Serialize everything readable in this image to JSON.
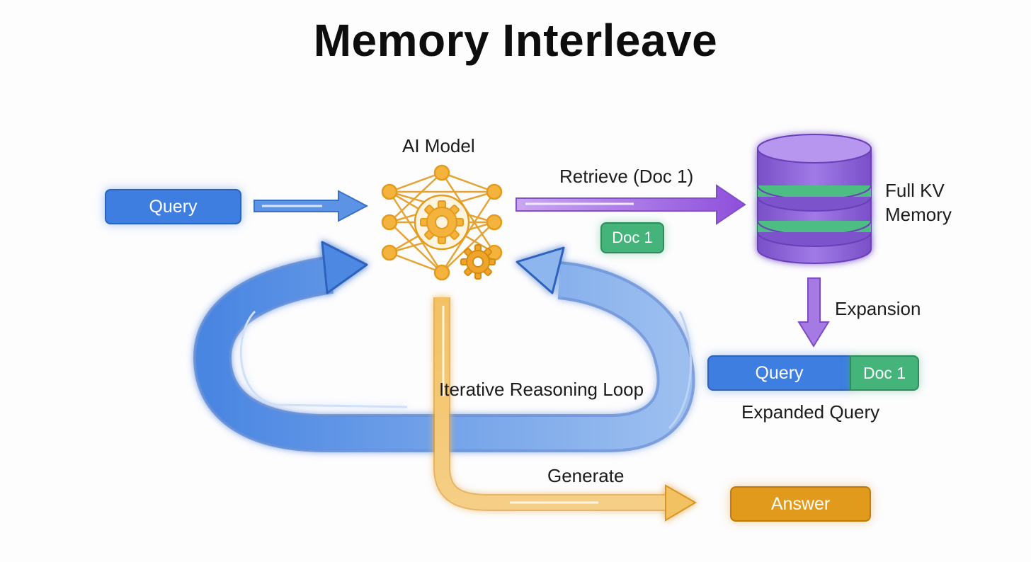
{
  "title": "Memory Interleave",
  "nodes": {
    "query": "Query",
    "ai_model": "AI Model",
    "retrieve": "Retrieve (Doc 1)",
    "doc1_retrieved": "Doc 1",
    "memory_line1": "Full KV",
    "memory_line2": "Memory",
    "expansion": "Expansion",
    "expanded_query_part1": "Query",
    "expanded_query_part2": "Doc 1",
    "expanded_query_caption": "Expanded Query",
    "loop": "Iterative Reasoning Loop",
    "generate": "Generate",
    "answer": "Answer"
  },
  "colors": {
    "blue": "#3d7ee0",
    "green": "#45b47a",
    "purple": "#9b5fe0",
    "orange": "#e29a1c"
  },
  "icons": [
    "neural-network-icon",
    "gear-icon",
    "database-icon"
  ]
}
